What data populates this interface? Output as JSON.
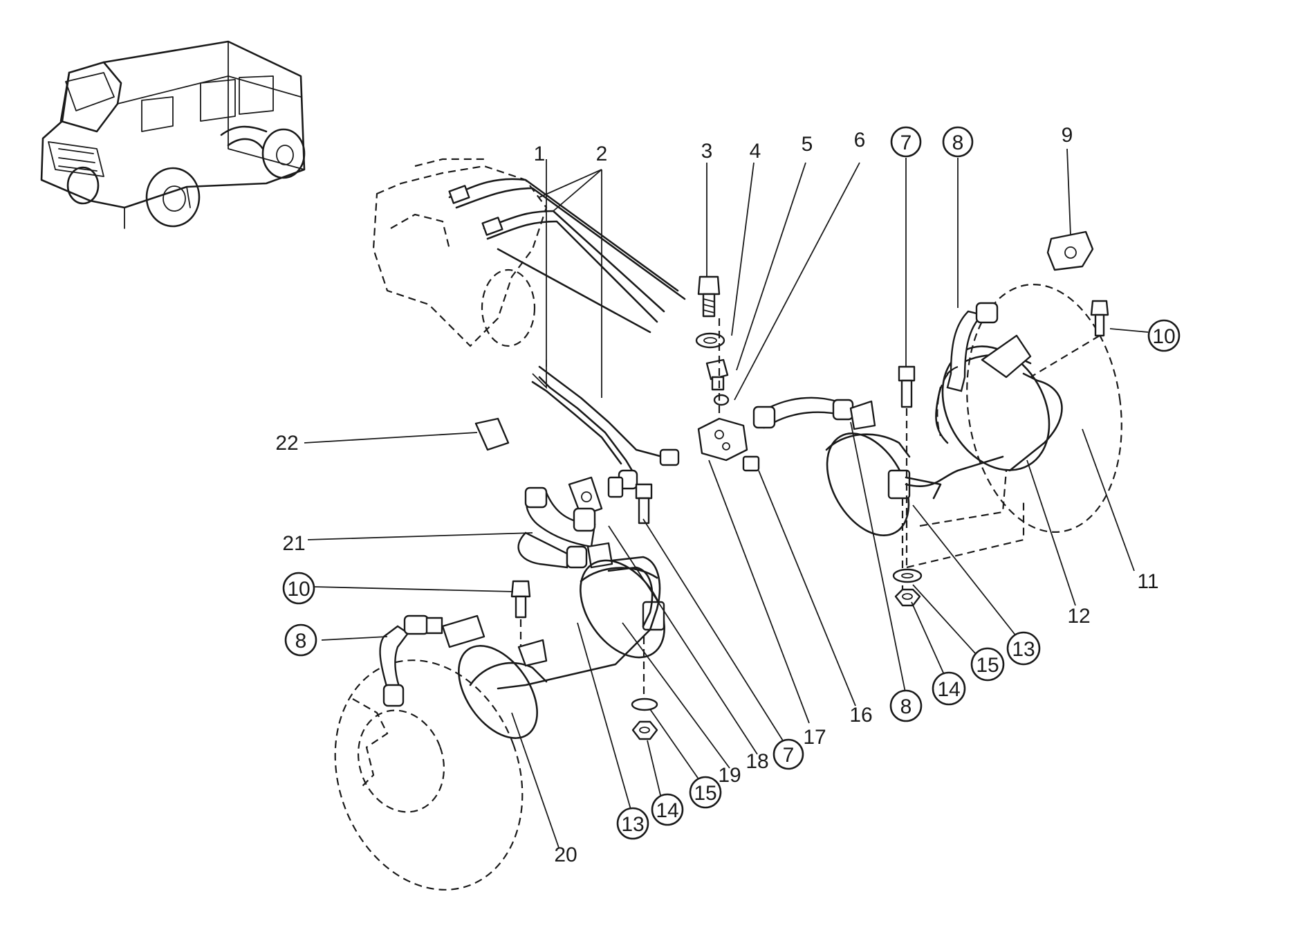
{
  "diagram": {
    "callouts": [
      {
        "id": "c1",
        "text": "1",
        "circled": false
      },
      {
        "id": "c2",
        "text": "2",
        "circled": false
      },
      {
        "id": "c3",
        "text": "3",
        "circled": false
      },
      {
        "id": "c4",
        "text": "4",
        "circled": false
      },
      {
        "id": "c5",
        "text": "5",
        "circled": false
      },
      {
        "id": "c6",
        "text": "6",
        "circled": false
      },
      {
        "id": "c7a",
        "text": "7",
        "circled": true
      },
      {
        "id": "c8a",
        "text": "8",
        "circled": true
      },
      {
        "id": "c9",
        "text": "9",
        "circled": false
      },
      {
        "id": "c10a",
        "text": "10",
        "circled": true
      },
      {
        "id": "c11",
        "text": "11",
        "circled": false
      },
      {
        "id": "c12",
        "text": "12",
        "circled": false
      },
      {
        "id": "c13a",
        "text": "13",
        "circled": true
      },
      {
        "id": "c15a",
        "text": "15",
        "circled": true
      },
      {
        "id": "c14a",
        "text": "14",
        "circled": true
      },
      {
        "id": "c8b",
        "text": "8",
        "circled": true
      },
      {
        "id": "c16",
        "text": "16",
        "circled": false
      },
      {
        "id": "c17",
        "text": "17",
        "circled": false
      },
      {
        "id": "c7b",
        "text": "7",
        "circled": true
      },
      {
        "id": "c18",
        "text": "18",
        "circled": false
      },
      {
        "id": "c19",
        "text": "19",
        "circled": false
      },
      {
        "id": "c15b",
        "text": "15",
        "circled": true
      },
      {
        "id": "c14b",
        "text": "14",
        "circled": true
      },
      {
        "id": "c13b",
        "text": "13",
        "circled": true
      },
      {
        "id": "c20",
        "text": "20",
        "circled": false
      },
      {
        "id": "c8c",
        "text": "8",
        "circled": true
      },
      {
        "id": "c10b",
        "text": "10",
        "circled": true
      },
      {
        "id": "c21",
        "text": "21",
        "circled": false
      },
      {
        "id": "c22",
        "text": "22",
        "circled": false
      }
    ]
  }
}
